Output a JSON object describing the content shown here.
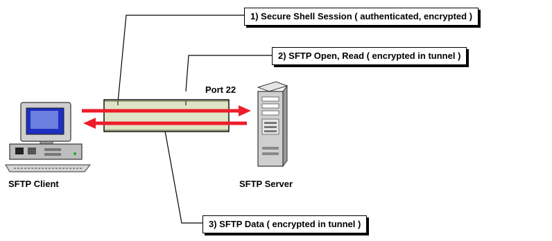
{
  "callouts": {
    "ssh_session": "1) Secure Shell Session ( authenticated, encrypted )",
    "sftp_open_read": "2) SFTP Open, Read ( encrypted in tunnel )",
    "sftp_data": "3) SFTP Data ( encrypted in tunnel )"
  },
  "labels": {
    "port": "Port 22",
    "client": "SFTP Client",
    "server": "SFTP Server"
  },
  "colors": {
    "tunnel": "#dfe4c6",
    "arrow": "#ee1c2a"
  },
  "icons": {
    "client": "desktop-computer-icon",
    "server": "tower-server-icon"
  }
}
